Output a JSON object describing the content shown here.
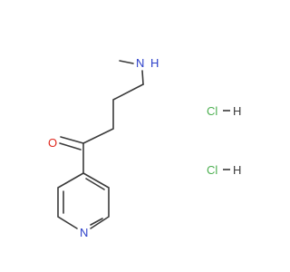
{
  "molecule": {
    "atoms": {
      "nitrogen_amine": {
        "symbol": "N",
        "hydrogen": "H",
        "color": "#2b3fc9"
      },
      "oxygen": {
        "symbol": "O",
        "color": "#e0291f"
      },
      "nitrogen_pyridine": {
        "symbol": "N",
        "color": "#2b3fc9"
      }
    },
    "bond_color": "#3a3a3a"
  },
  "salts": [
    {
      "chlorine": "Cl",
      "hydrogen": "H",
      "color": "#4caf50"
    },
    {
      "chlorine": "Cl",
      "hydrogen": "H",
      "color": "#4caf50"
    }
  ]
}
